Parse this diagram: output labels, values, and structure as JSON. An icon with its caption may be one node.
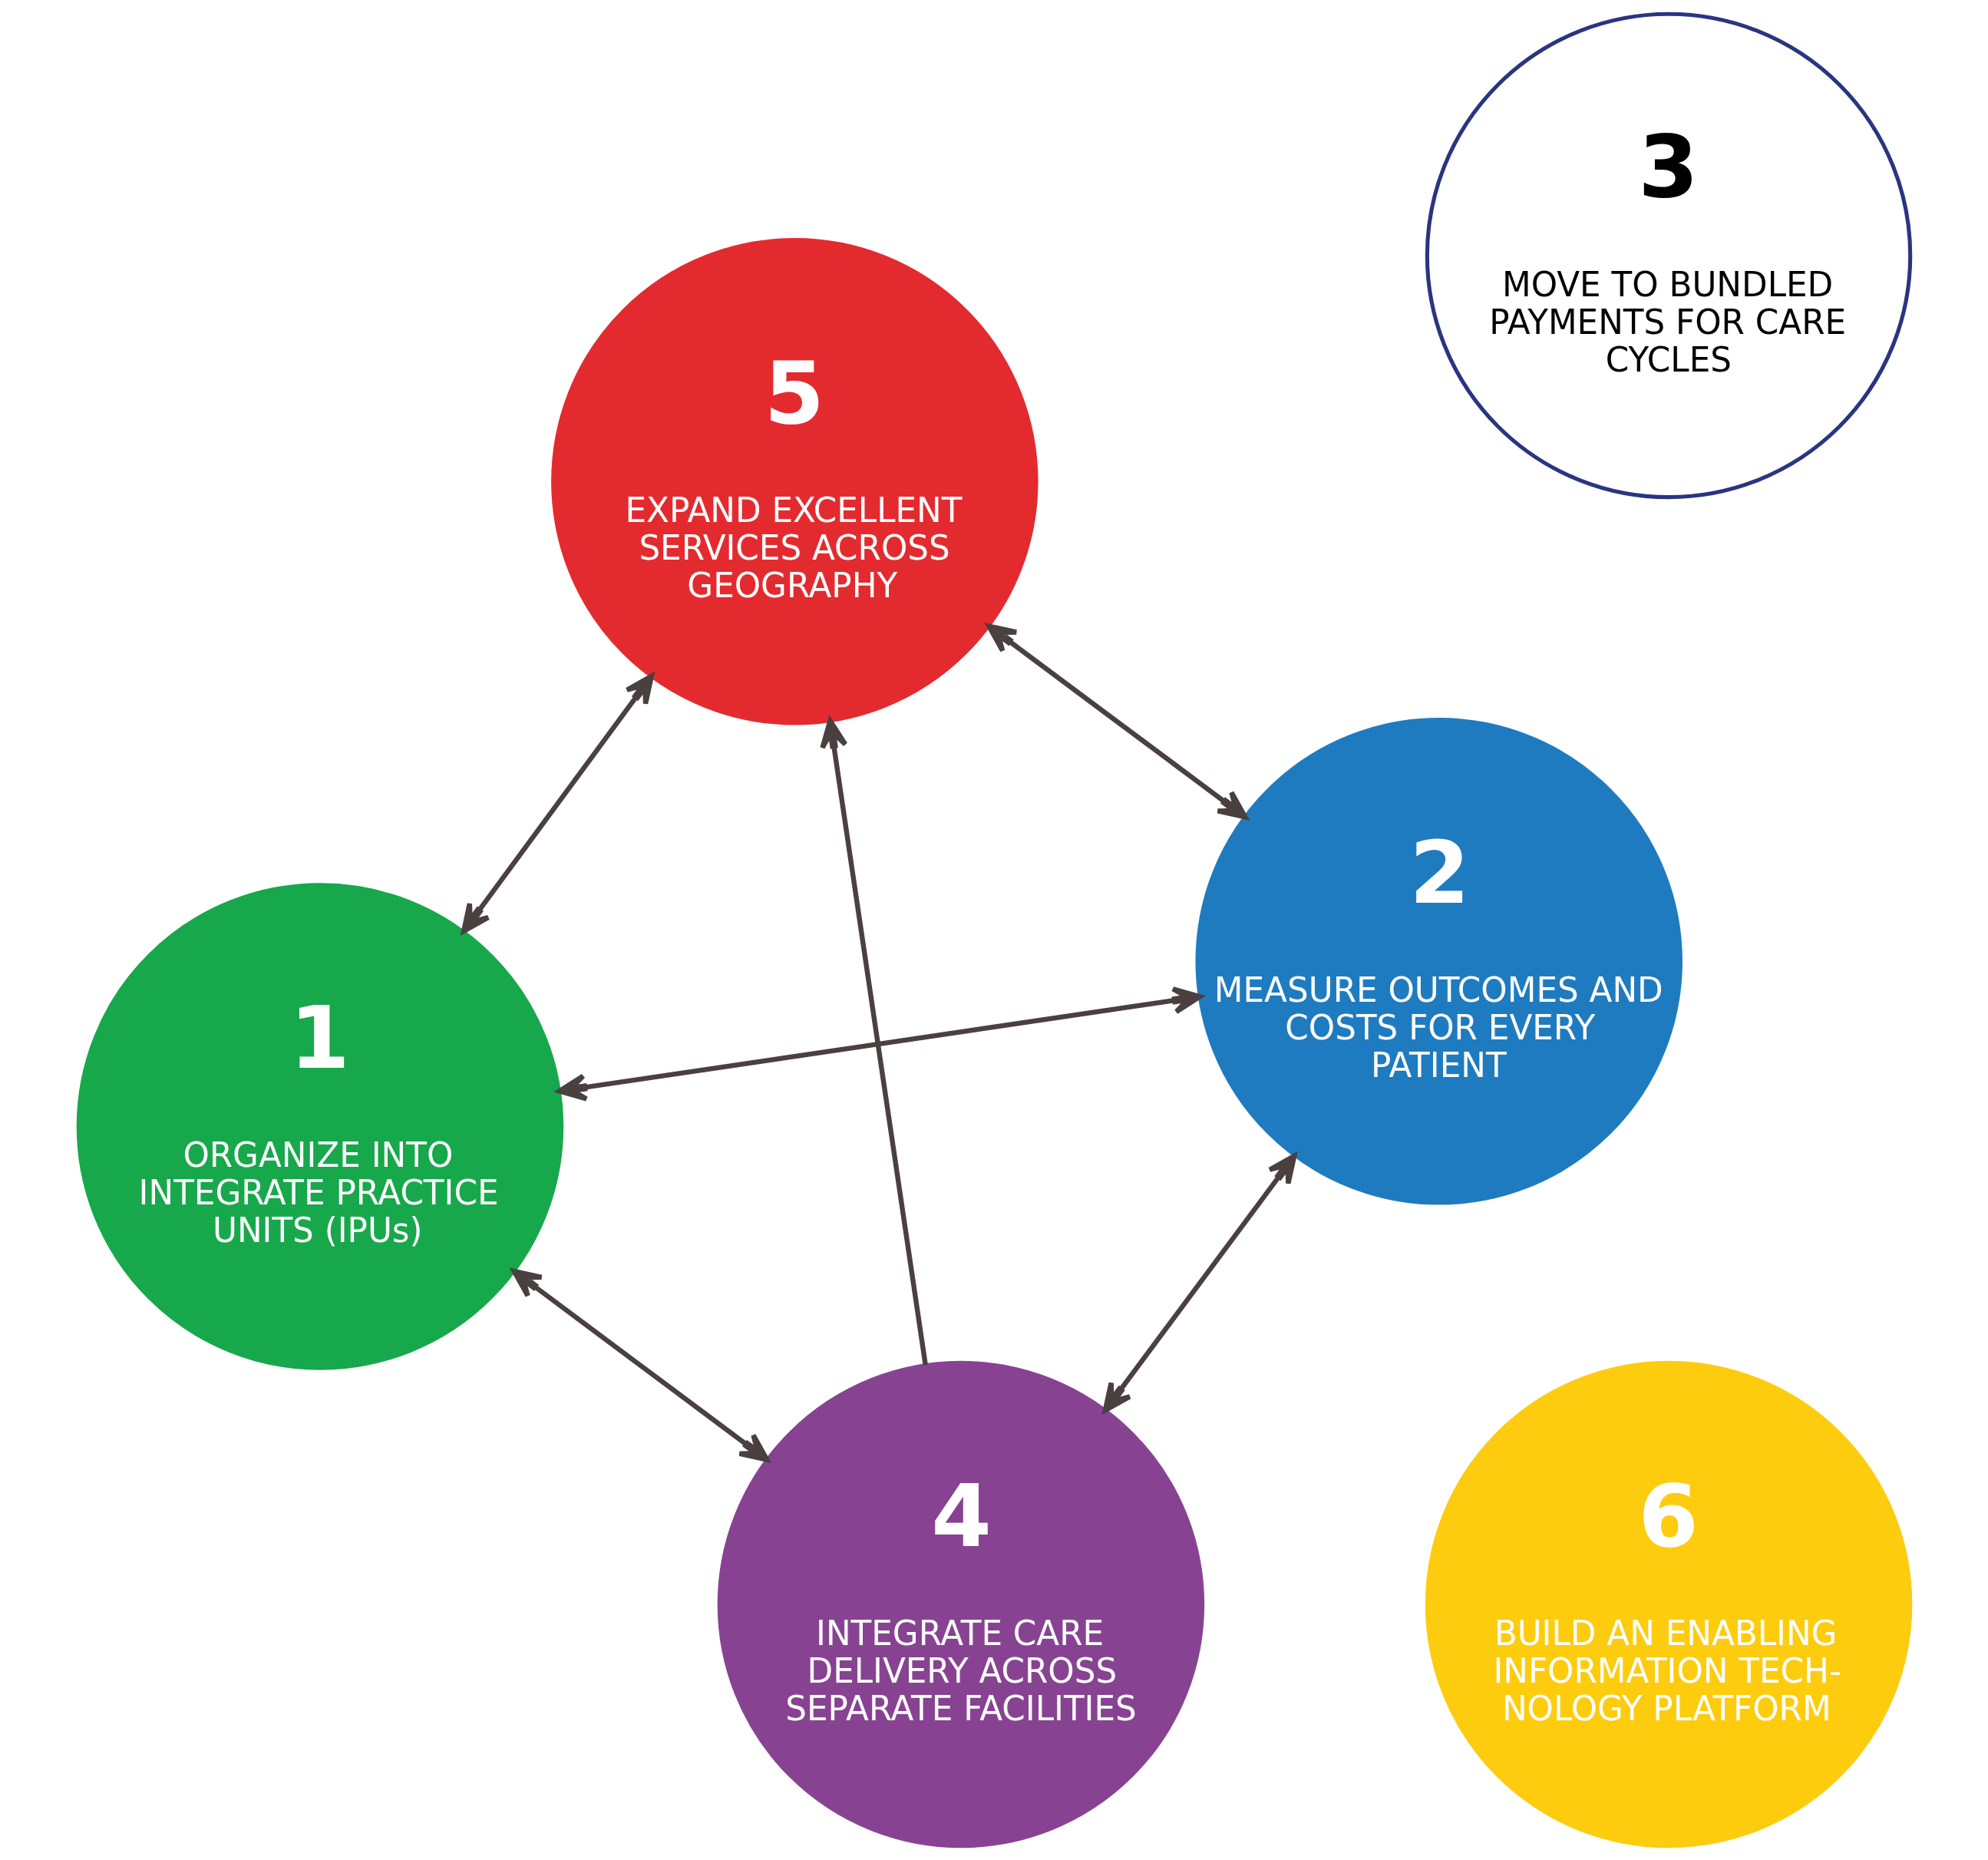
{
  "diagram": {
    "nodes": [
      {
        "text": [
          "1",
          "ORGANIZE INTO INTEGRATE PRACTICE UNITS (IPUs)"
        ]
      },
      {
        "text": [
          "2",
          "MEASURE OUTCOMES AND COSTS FOR EVERY PATIENT"
        ]
      },
      {
        "text": [
          "3",
          "MOVE TO BUNDLED PAYMENTS FOR CARE CYCLES"
        ]
      },
      {
        "text": [
          "4",
          "INTEGRATE CARE DELIVERY ACROSS SEPARATE FACILITIES"
        ]
      },
      {
        "text": [
          "5",
          "EXPAND EXCELLENT SERVICES ACROSS GEOGRAPHY"
        ]
      },
      {
        "text": [
          "6",
          "BUILD AN ENABLING INFORMATION TECH- NOLOGY PLATFORM"
        ]
      }
    ],
    "edges": [
      {
        "from": 0,
        "to": 4,
        "arrow": "both"
      },
      {
        "from": 0,
        "to": 1,
        "arrow": "both"
      },
      {
        "from": 4,
        "to": 1,
        "arrow": "both"
      },
      {
        "from": 0,
        "to": 3,
        "arrow": "both"
      },
      {
        "from": 1,
        "to": 3,
        "arrow": "both"
      },
      {
        "from": 3,
        "to": 4,
        "arrow": "to"
      }
    ]
  }
}
